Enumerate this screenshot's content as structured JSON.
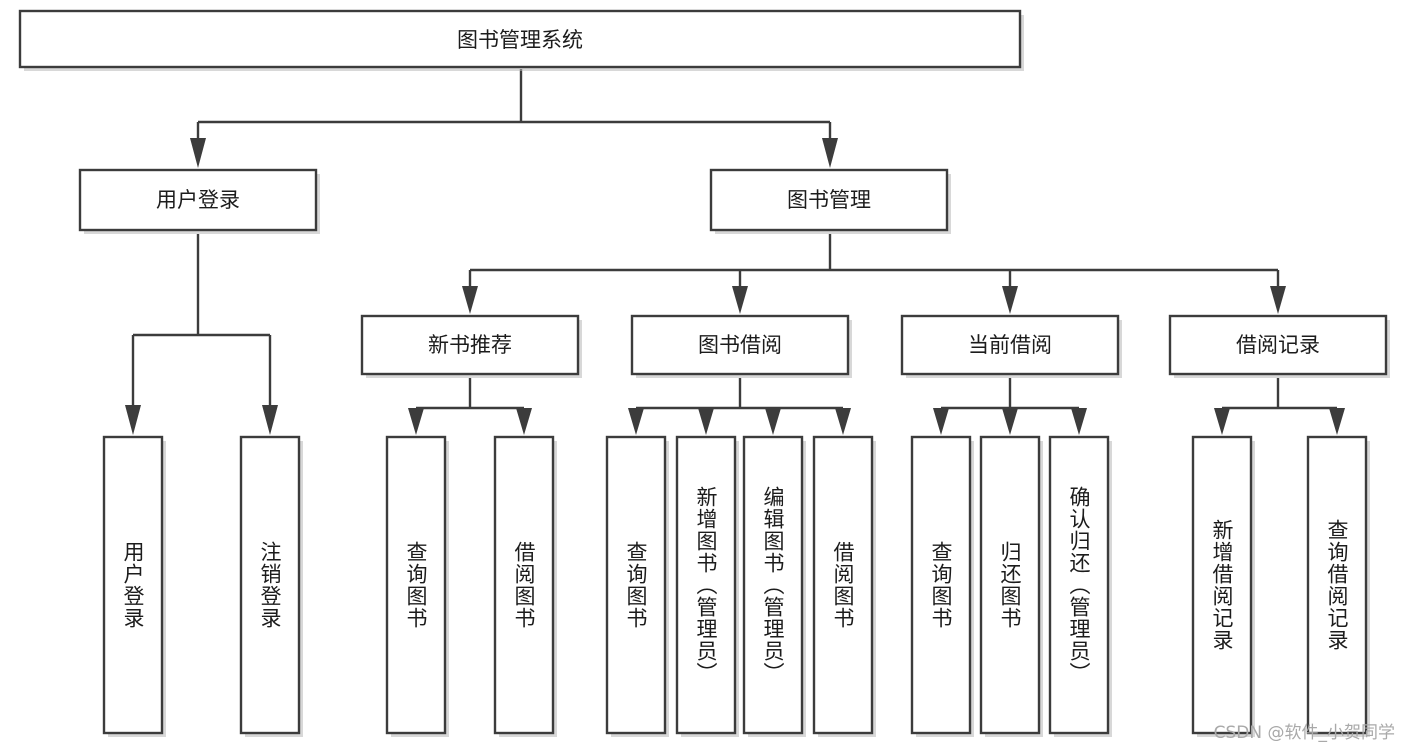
{
  "diagram": {
    "title": "图书管理系统",
    "type": "tree-hierarchy-chart",
    "orientation": "top-down",
    "colors": {
      "box_border": "#3c3c3c",
      "box_fill": "#ffffff",
      "connector": "#3c3c3c",
      "text": "#1c1c1c",
      "background": "#ffffff",
      "watermark": "#a9a9a9"
    },
    "root": {
      "id": "root",
      "label": "图书管理系统",
      "orientation": "horizontal"
    },
    "level1": [
      {
        "id": "user-login",
        "label": "用户登录",
        "orientation": "horizontal"
      },
      {
        "id": "book-manage",
        "label": "图书管理",
        "orientation": "horizontal"
      }
    ],
    "level2": [
      {
        "id": "new-book-recommend",
        "label": "新书推荐",
        "orientation": "horizontal",
        "parent": "book-manage"
      },
      {
        "id": "book-borrow",
        "label": "图书借阅",
        "orientation": "horizontal",
        "parent": "book-manage"
      },
      {
        "id": "current-borrow",
        "label": "当前借阅",
        "orientation": "horizontal",
        "parent": "book-manage"
      },
      {
        "id": "borrow-record",
        "label": "借阅记录",
        "orientation": "horizontal",
        "parent": "book-manage"
      }
    ],
    "leaves": [
      {
        "id": "leaf-user-login",
        "label": "用户登录",
        "orientation": "vertical",
        "parent": "user-login"
      },
      {
        "id": "leaf-user-logout",
        "label": "注销登录",
        "orientation": "vertical",
        "parent": "user-login"
      },
      {
        "id": "leaf-query-book-1",
        "label": "查询图书",
        "orientation": "vertical",
        "parent": "new-book-recommend"
      },
      {
        "id": "leaf-borrow-book-1",
        "label": "借阅图书",
        "orientation": "vertical",
        "parent": "new-book-recommend"
      },
      {
        "id": "leaf-query-book-2",
        "label": "查询图书",
        "orientation": "vertical",
        "parent": "book-borrow"
      },
      {
        "id": "leaf-add-book",
        "label": "新增图书（管理员）",
        "orientation": "vertical",
        "parent": "book-borrow"
      },
      {
        "id": "leaf-edit-book",
        "label": "编辑图书（管理员）",
        "orientation": "vertical",
        "parent": "book-borrow"
      },
      {
        "id": "leaf-borrow-book-2",
        "label": "借阅图书",
        "orientation": "vertical",
        "parent": "book-borrow"
      },
      {
        "id": "leaf-query-book-3",
        "label": "查询图书",
        "orientation": "vertical",
        "parent": "current-borrow"
      },
      {
        "id": "leaf-return-book",
        "label": "归还图书",
        "orientation": "vertical",
        "parent": "current-borrow"
      },
      {
        "id": "leaf-confirm-return",
        "label": "确认归还（管理员）",
        "orientation": "vertical",
        "parent": "current-borrow"
      },
      {
        "id": "leaf-add-record",
        "label": "新增借阅记录",
        "orientation": "vertical",
        "parent": "borrow-record"
      },
      {
        "id": "leaf-query-record",
        "label": "查询借阅记录",
        "orientation": "vertical",
        "parent": "borrow-record"
      }
    ]
  },
  "watermark": {
    "text": "CSDN @软件_小贺同学"
  }
}
